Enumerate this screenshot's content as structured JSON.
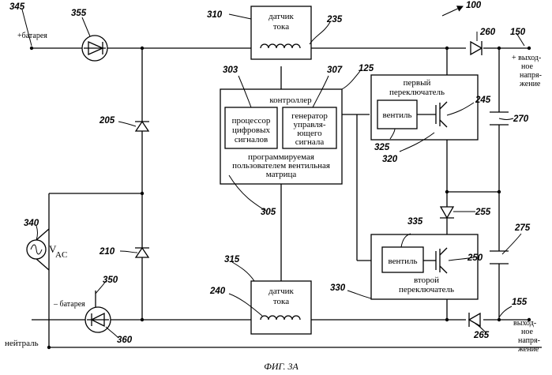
{
  "figure": {
    "caption": "ФИГ. 3А"
  },
  "labels": {
    "battery_plus": "+батарея",
    "battery_minus": "– батарея",
    "neutral": "нейтраль",
    "vac": "V",
    "vac_sub": "AC",
    "sensor_top": [
      "датчик",
      "тока"
    ],
    "sensor_bottom": [
      "датчик",
      "тока"
    ],
    "controller": "контроллер",
    "dsp": [
      "процессор",
      "цифровых",
      "сигналов"
    ],
    "gen": [
      "генератор",
      "управля-",
      "ющего",
      "сигнала"
    ],
    "fpga": [
      "программируемая",
      "пользователем вентильная",
      "матрица"
    ],
    "switch1_title": [
      "первый",
      "переключатель"
    ],
    "switch2_title": [
      "второй",
      "переключатель"
    ],
    "gate1": "вентиль",
    "gate2": "вентиль",
    "out_plus": [
      "+ выход-",
      "ное",
      "напря-",
      "жение"
    ],
    "out_minus": [
      "выход-",
      "ное",
      "напря-",
      "жение"
    ]
  },
  "refs": {
    "r345": "345",
    "r355": "355",
    "r310": "310",
    "r235": "235",
    "r100": "100",
    "r260": "260",
    "r150": "150",
    "r303": "303",
    "r307": "307",
    "r125": "125",
    "r205": "205",
    "r245": "245",
    "r270": "270",
    "r325": "325",
    "r320": "320",
    "r340": "340",
    "r305": "305",
    "r335": "335",
    "r255": "255",
    "r275": "275",
    "r210": "210",
    "r250": "250",
    "r315": "315",
    "r350": "350",
    "r330": "330",
    "r240": "240",
    "r155": "155",
    "r360": "360",
    "r265": "265"
  }
}
